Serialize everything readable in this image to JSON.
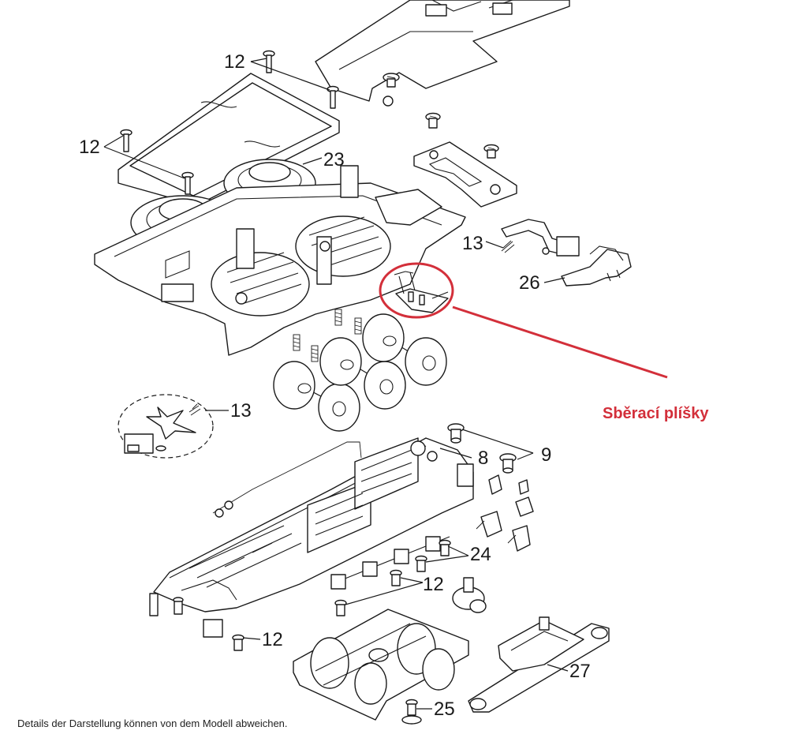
{
  "colors": {
    "line": "#1a1a1a",
    "highlight": "#d32f3a",
    "background": "#ffffff"
  },
  "annotation": {
    "label": "Sběrací plíšky"
  },
  "footer": {
    "note": "Details der Darstellung können von dem Modell abweichen."
  },
  "callouts": {
    "c12_top": "12",
    "c12_left": "12",
    "c23": "23",
    "c13_right": "13",
    "c26": "26",
    "c13_left": "13",
    "c9": "9",
    "c8": "8",
    "c24": "24",
    "c12_mid": "12",
    "c12_low": "12",
    "c25": "25",
    "c27": "27"
  }
}
